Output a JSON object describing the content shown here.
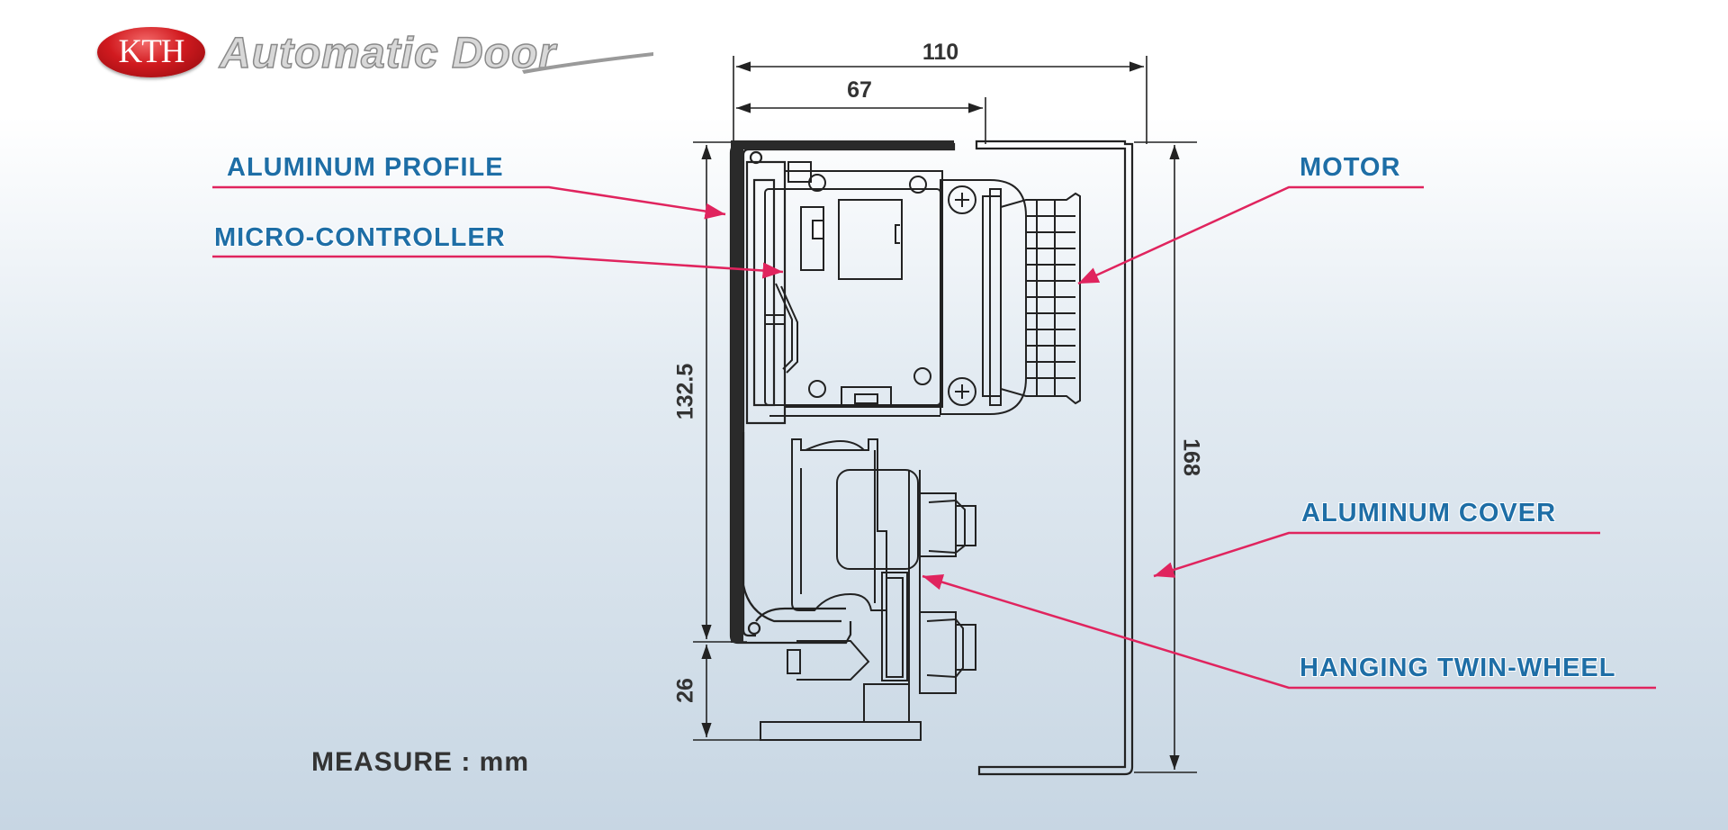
{
  "logo": {
    "mark": "KTH",
    "wordmark": "Automatic Door"
  },
  "labels": {
    "aluminum_profile": "ALUMINUM  PROFILE",
    "micro_controller": "MICRO-CONTROLLER",
    "motor": "MOTOR",
    "aluminum_cover": "ALUMINUM  COVER",
    "hanging_twin_wheel": "HANGING TWIN-WHEEL"
  },
  "dimensions": {
    "width_total": "110",
    "width_partial": "67",
    "height_profile": "132.5",
    "height_total": "168",
    "height_bottom": "26"
  },
  "measure_note": "MEASURE : mm",
  "colors": {
    "label_text": "#1e6ea6",
    "leader_line": "#e0245e",
    "drawing_line": "#222222"
  }
}
